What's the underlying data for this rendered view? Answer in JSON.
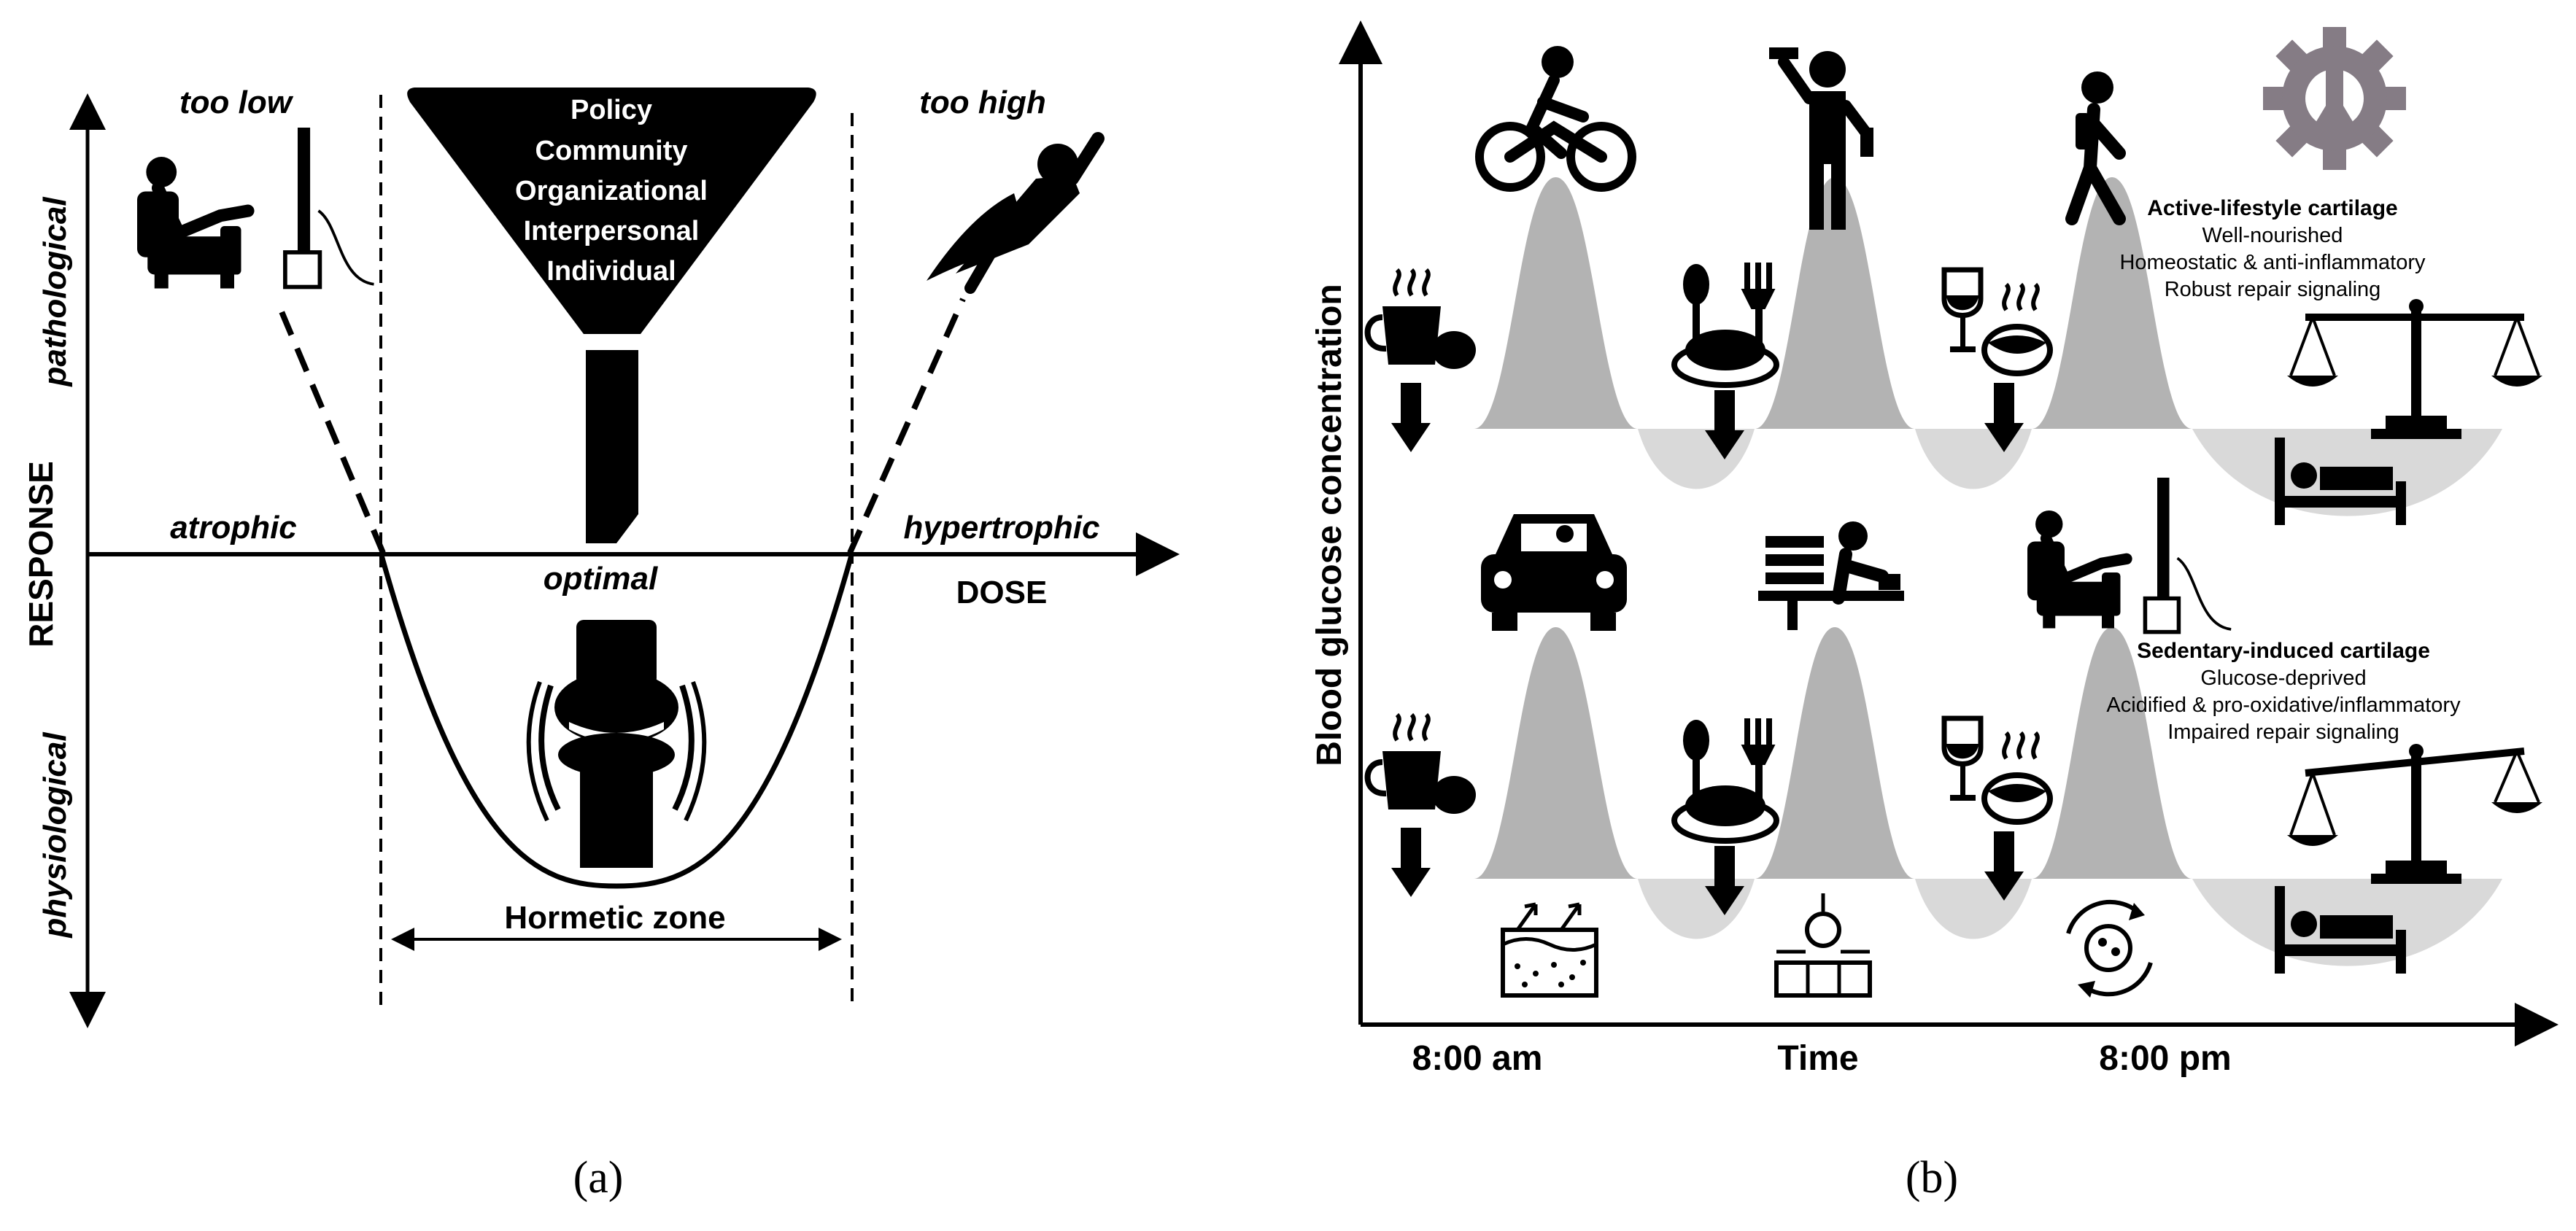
{
  "panel_a": {
    "caption": "(a)",
    "too_low": "too low",
    "too_high": "too high",
    "funnel_levels": [
      "Policy",
      "Community",
      "Organizational",
      "Interpersonal",
      "Individual"
    ],
    "y_axis_title": "RESPONSE",
    "y_upper": "pathological",
    "y_lower": "physiological",
    "left_label": "atrophic",
    "right_label": "hypertrophic",
    "x_axis_title": "DOSE",
    "optimal": "optimal",
    "zone": "Hormetic zone",
    "icons": [
      "recliner-tv-icon",
      "superhero-icon",
      "funnel-icon",
      "knee-joint-icon"
    ]
  },
  "panel_b": {
    "caption": "(b)",
    "y_axis_title": "Blood glucose concentration",
    "x_axis_title": "Time",
    "x_ticks": [
      "8:00 am",
      "8:00 pm"
    ],
    "active": {
      "title": "Active-lifestyle cartilage",
      "lines": [
        "Well-nourished",
        "Homeostatic & anti-inflammatory",
        "Robust repair signaling"
      ]
    },
    "sedentary": {
      "title": "Sedentary-induced cartilage",
      "lines": [
        "Glucose-deprived",
        "Acidified & pro-oxidative/inflammatory",
        "Impaired repair signaling"
      ]
    },
    "colors": {
      "peak": "#b3b3b3",
      "trough": "#d9d9d9",
      "gear": "#857c85"
    },
    "icons": {
      "activities_top": [
        "cyclist-icon",
        "weightlifter-icon",
        "walker-icon",
        "gear-icon"
      ],
      "activities_bottom": [
        "car-icon",
        "desk-worker-icon",
        "recliner-tv-icon"
      ],
      "meals": [
        "coffee-breakfast-icon",
        "dinner-plate-icon",
        "wine-pasta-icon"
      ],
      "outcomes": [
        "balance-scale-icon",
        "sleep-bed-icon"
      ],
      "bottom_symbols": [
        "tissue-layer-icon",
        "cell-surface-icon",
        "cycle-icon"
      ]
    }
  }
}
